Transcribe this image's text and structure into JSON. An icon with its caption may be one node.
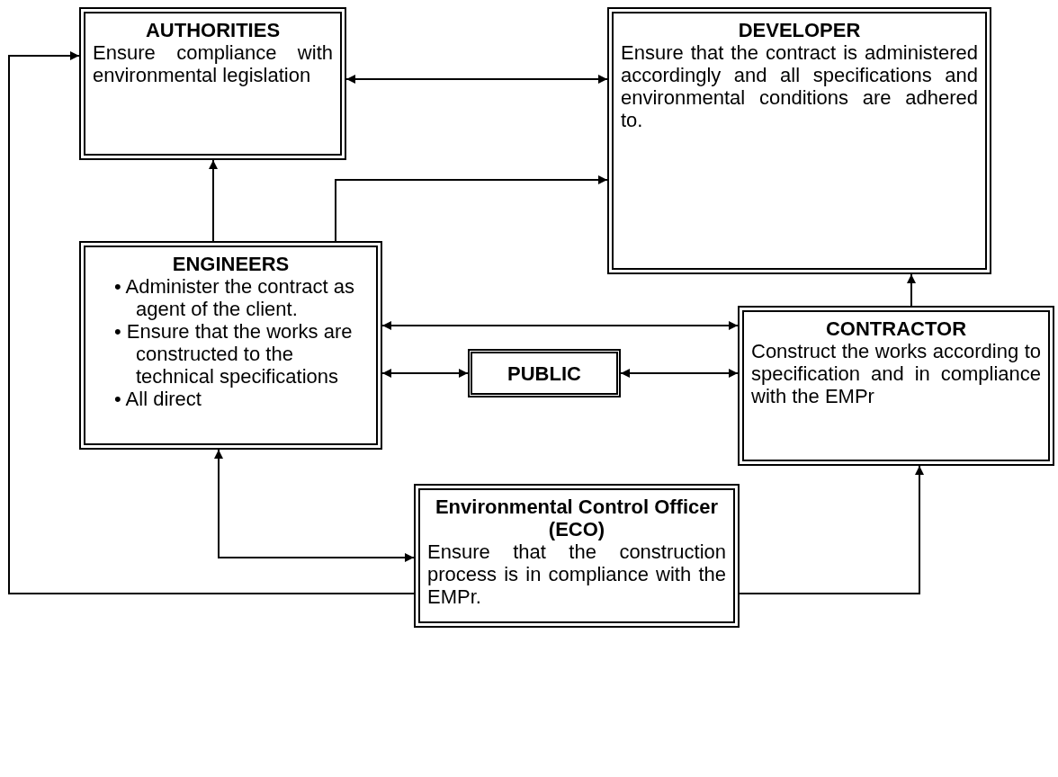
{
  "diagram": {
    "nodes": [
      {
        "text": [
          "AUTHORITIES",
          "Ensure compliance with environmental legislation"
        ]
      },
      {
        "text": [
          "DEVELOPER",
          "Ensure that the contract is administered accordingly and all specifications and environmental conditions are adhered to."
        ]
      },
      {
        "text": [
          "ENGINEERS",
          "• Administer the contract as agent of the client.",
          "• Ensure that the works are constructed to the technical specifications",
          "• All direct"
        ]
      },
      {
        "text": [
          "PUBLIC"
        ]
      },
      {
        "text": [
          "CONTRACTOR",
          "Construct the works according to specification and in compliance with the EMPr"
        ]
      },
      {
        "text": [
          "Environmental Control Officer (ECO)",
          "Ensure that the construction process is in compliance with the EMPr."
        ]
      }
    ],
    "edges": [
      {
        "from": 0,
        "to": 1,
        "arrow": "both"
      },
      {
        "from": 2,
        "to": 0,
        "arrow": "to"
      },
      {
        "from": 2,
        "to": 1,
        "arrow": "to"
      },
      {
        "from": 4,
        "to": 1,
        "arrow": "to"
      },
      {
        "from": 2,
        "to": 4,
        "arrow": "both"
      },
      {
        "from": 2,
        "to": 3,
        "arrow": "both"
      },
      {
        "from": 3,
        "to": 4,
        "arrow": "both"
      },
      {
        "from": 5,
        "to": 0,
        "arrow": "to"
      },
      {
        "from": 5,
        "to": 2,
        "arrow": "both"
      },
      {
        "from": 5,
        "to": 4,
        "arrow": "to"
      }
    ]
  }
}
